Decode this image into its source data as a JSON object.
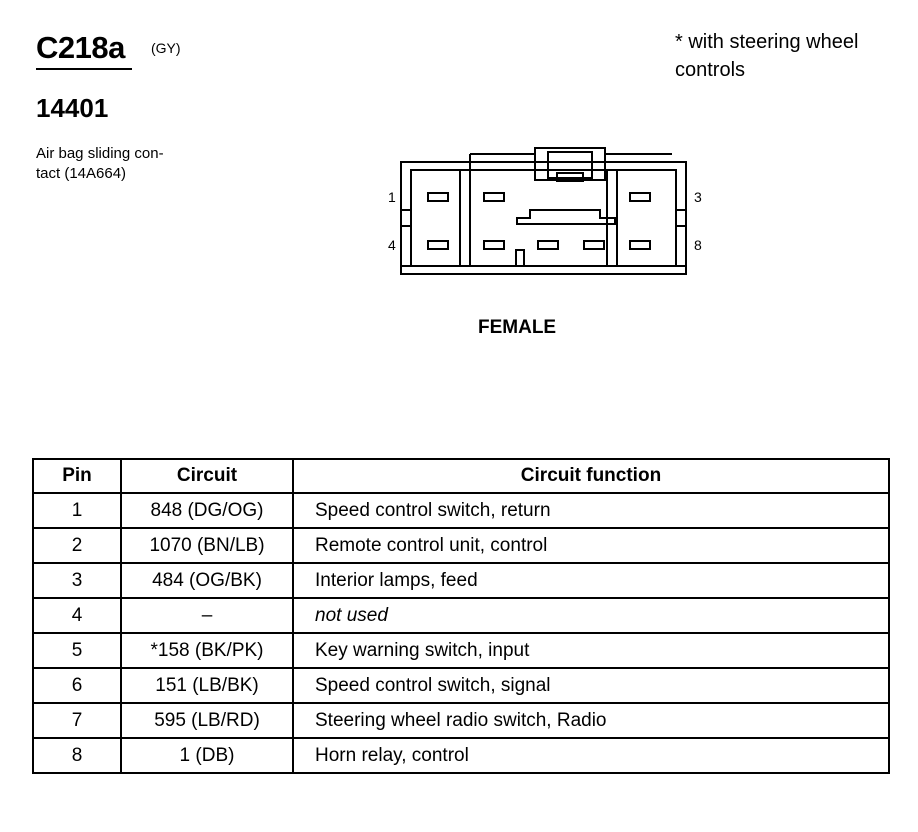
{
  "connector": {
    "id": "C218a",
    "color_code": "(GY)",
    "component_number": "14401",
    "description": "Air bag sliding con-\ntact (14A664)"
  },
  "note": "* with steering wheel controls",
  "diagram": {
    "view": "FEMALE",
    "pin_labels": {
      "top_left": "1",
      "bottom_left": "4",
      "top_right": "3",
      "bottom_right": "8"
    }
  },
  "table": {
    "headers": [
      "Pin",
      "Circuit",
      "Circuit function"
    ],
    "rows": [
      {
        "pin": "1",
        "circuit": "848 (DG/OG)",
        "function": "Speed control switch, return"
      },
      {
        "pin": "2",
        "circuit": "1070 (BN/LB)",
        "function": "Remote control unit, control"
      },
      {
        "pin": "3",
        "circuit": "484 (OG/BK)",
        "function": "Interior lamps, feed"
      },
      {
        "pin": "4",
        "circuit": "–",
        "function": "not used"
      },
      {
        "pin": "5",
        "circuit": "*158 (BK/PK)",
        "function": "Key warning switch, input"
      },
      {
        "pin": "6",
        "circuit": "151 (LB/BK)",
        "function": "Speed control switch, signal"
      },
      {
        "pin": "7",
        "circuit": "595 (LB/RD)",
        "function": "Steering wheel radio switch, Radio"
      },
      {
        "pin": "8",
        "circuit": "1 (DB)",
        "function": "Horn relay, control"
      }
    ]
  }
}
